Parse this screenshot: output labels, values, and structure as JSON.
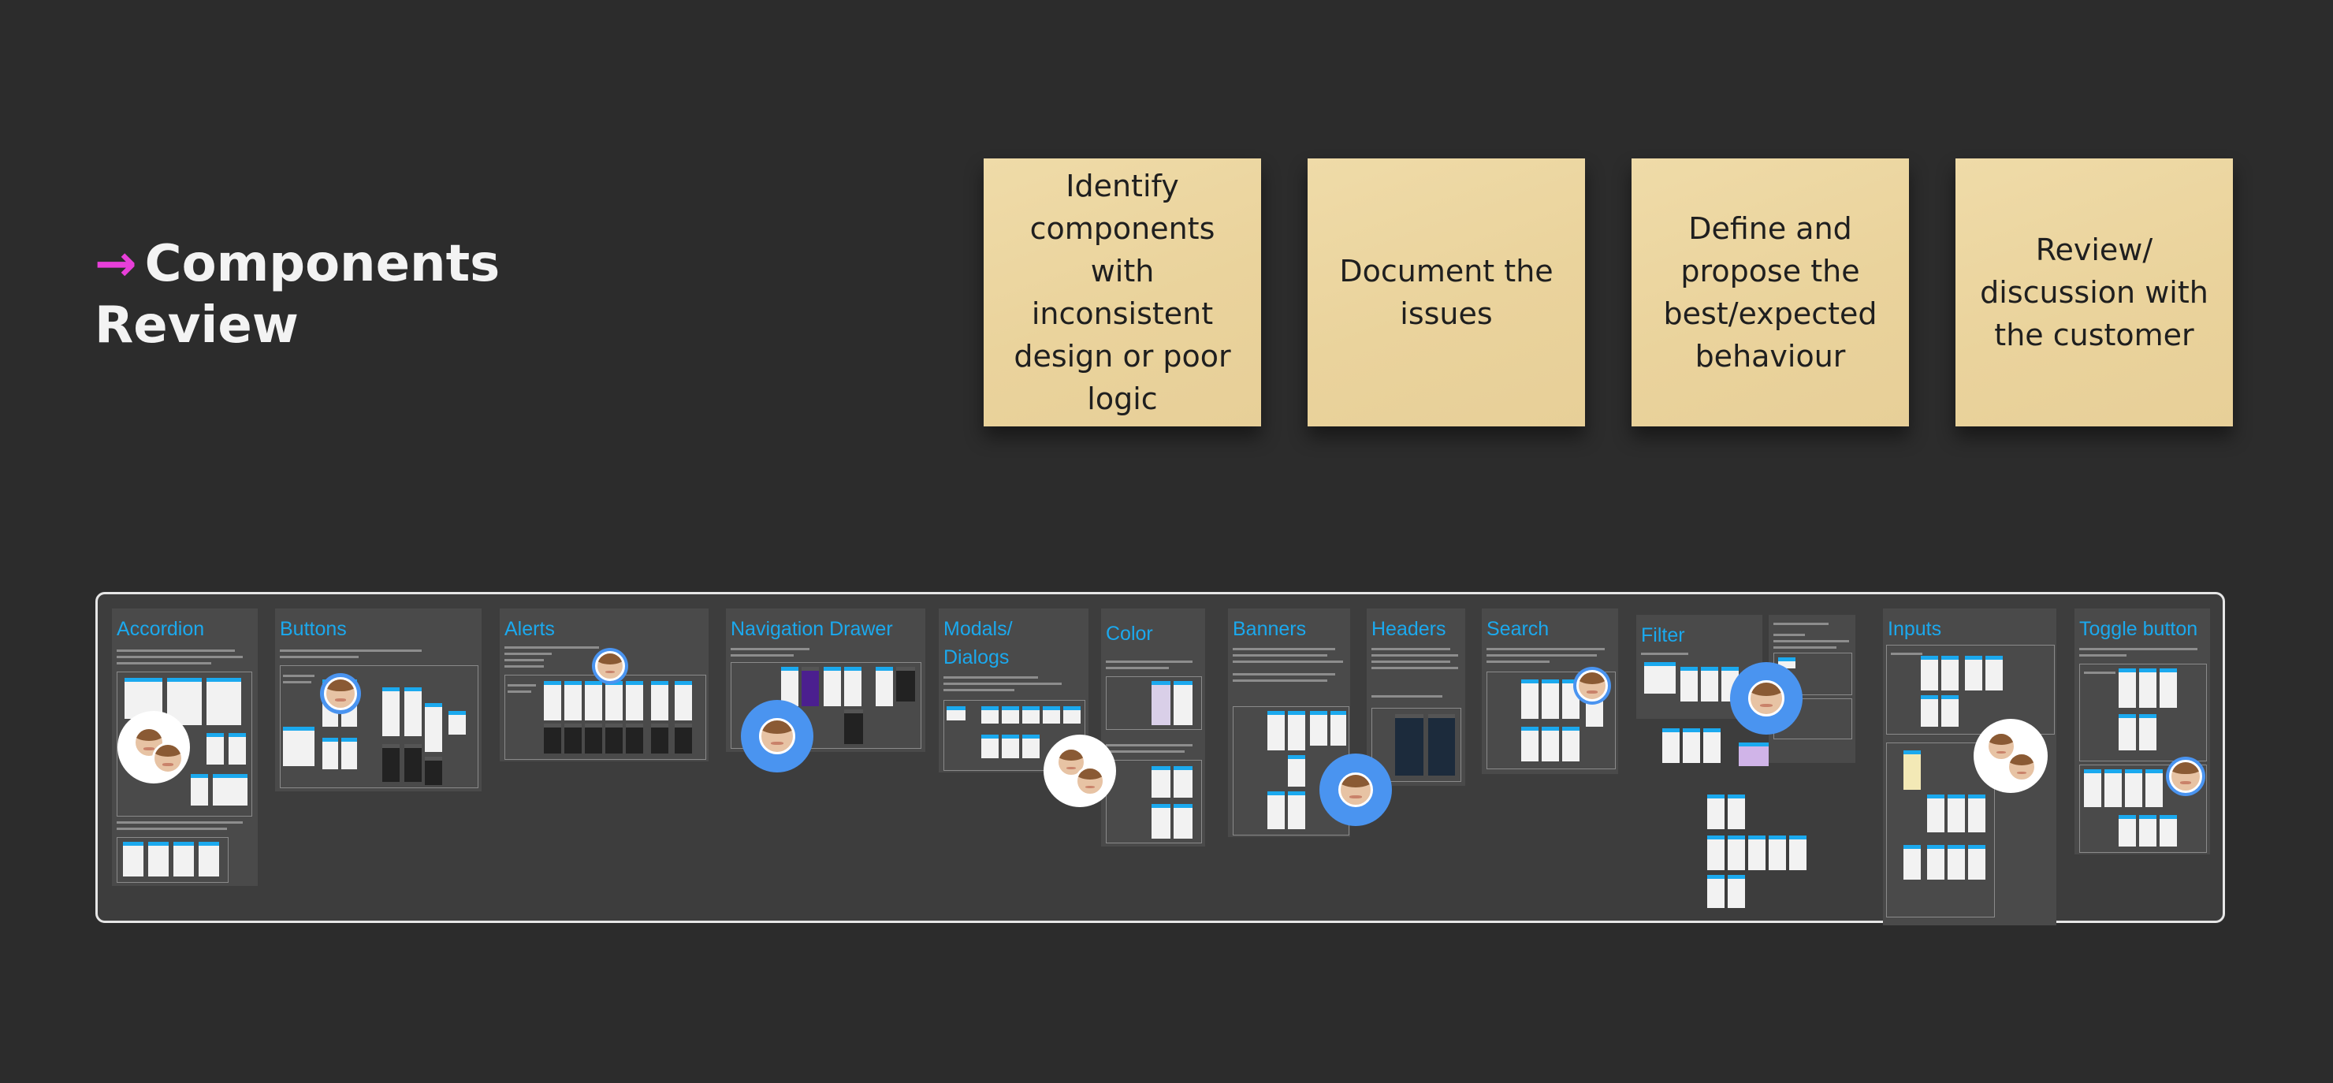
{
  "heading": {
    "arrow": "→",
    "line1": "Components",
    "line2": "Review"
  },
  "stickies": [
    "Identify components with inconsistent design or poor logic",
    "Document the issues",
    "Define and propose the best/expected behaviour",
    "Review/ discussion with the customer"
  ],
  "frames": {
    "accordion": "Accordion",
    "buttons": "Buttons",
    "alerts": "Alerts",
    "navigation_drawer": "Navigation Drawer",
    "modals_line1": "Modals/",
    "modals_line2": "Dialogs",
    "color": "Color",
    "banners": "Banners",
    "headers": "Headers",
    "search": "Search",
    "filter": "Filter",
    "inputs": "Inputs",
    "toggle_button": "Toggle button"
  },
  "colors": {
    "accent_arrow": "#e83fd9",
    "frame_title": "#1ba9ee",
    "sticky": "#ecd7a2",
    "avatar_ring": "#4a94f0",
    "background": "#2c2c2c"
  },
  "icons": [
    "arrow-right-icon",
    "avatar-icon"
  ]
}
